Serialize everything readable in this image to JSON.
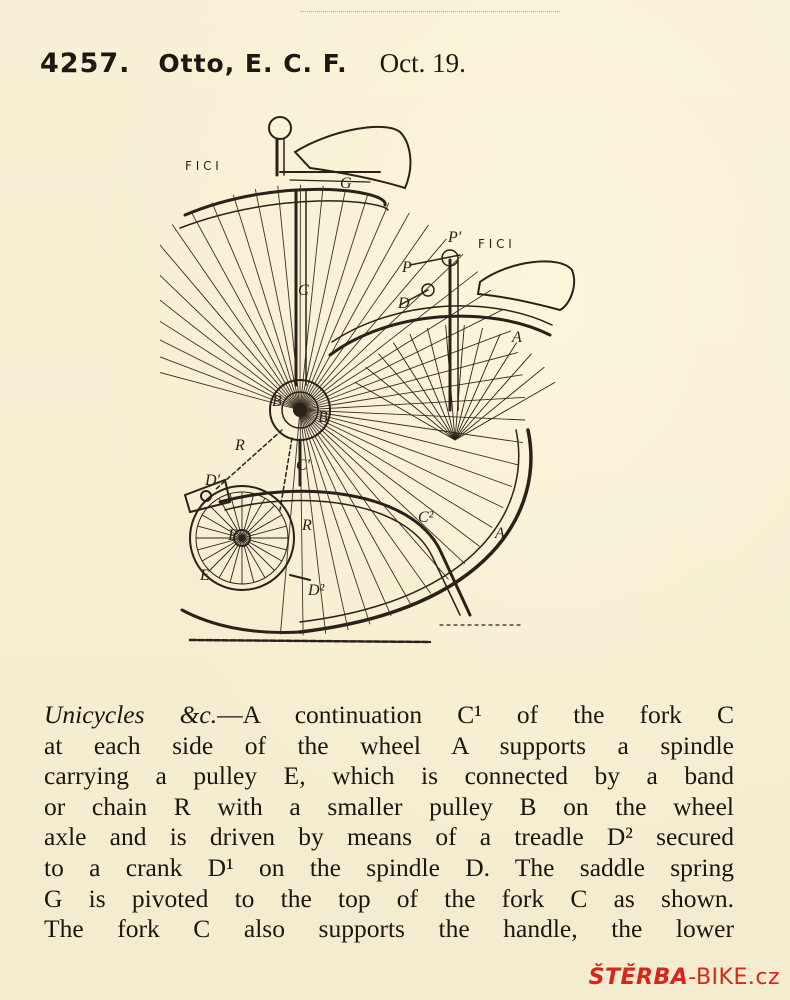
{
  "header": {
    "number": "4257.",
    "name": "Otto, E. C. F.",
    "date": "Oct. 19."
  },
  "figure": {
    "fig_label_1": "F I C I",
    "fig_label_2": "F I C I",
    "labels": {
      "A": "A",
      "A2": "A",
      "C": "C",
      "C1": "C'",
      "C2": "C²",
      "G": "G",
      "B": "B",
      "B2": "B",
      "R": "R",
      "R2": "R",
      "D1": "D'",
      "D2": "D²",
      "E": "E",
      "Ea": "E",
      "P1": "P'",
      "P": "P",
      "D": "D"
    }
  },
  "description": {
    "lead": "Unicycles &c.",
    "lines": [
      "—A continuation C¹ of the fork C",
      "at each side of the wheel A supports a spindle",
      "carrying a pulley E, which is connected by a band",
      "or chain R with a smaller pulley B on the wheel",
      "axle and is driven by means of a treadle D² secured",
      "to a crank D¹ on the spindle D. The saddle spring",
      "G is pivoted to the top of the fork C as shown.",
      "The fork C also supports the handle, the lower"
    ]
  },
  "watermark": {
    "brand": "ŠTĚRBA",
    "suffix": "-BIKE.cz"
  },
  "colors": {
    "paper": "#f6efd2",
    "ink": "#1d1812",
    "watermark": "#d8261c"
  }
}
